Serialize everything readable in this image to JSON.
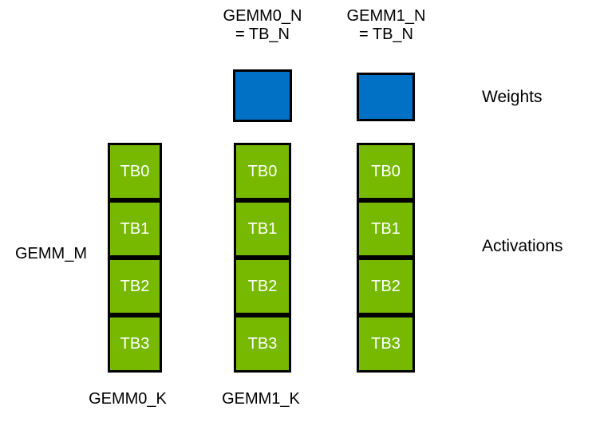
{
  "diagram": {
    "headers": [
      {
        "line1": "GEMM0_N",
        "line2": "= TB_N"
      },
      {
        "line1": "GEMM1_N",
        "line2": "= TB_N"
      }
    ],
    "weights_label": "Weights",
    "activations_label": "Activations",
    "gemm_m_label": "GEMM_M",
    "bottom_labels": [
      "GEMM0_K",
      "GEMM1_K"
    ],
    "columns": [
      {
        "blocks": [
          "TB0",
          "TB1",
          "TB2",
          "TB3"
        ]
      },
      {
        "blocks": [
          "TB0",
          "TB1",
          "TB2",
          "TB3"
        ]
      },
      {
        "blocks": [
          "TB0",
          "TB1",
          "TB2",
          "TB3"
        ]
      }
    ],
    "colors": {
      "green": "#76B900",
      "blue": "#0071C5",
      "border": "#000000",
      "text_light": "#FFFFFF",
      "text_dark": "#000000",
      "background": "#FFFFFF"
    }
  }
}
